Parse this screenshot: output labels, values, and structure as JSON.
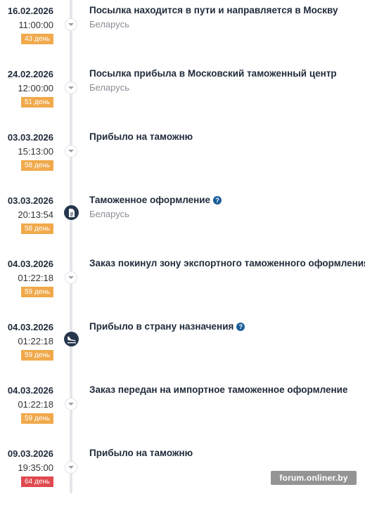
{
  "events": [
    {
      "date": "16.02.2026",
      "time": "11:00:00",
      "badge": "43 день",
      "title": "Посылка находится в пути и направляется в Москву",
      "location": "Беларусь"
    },
    {
      "date": "24.02.2026",
      "time": "12:00:00",
      "badge": "51 день",
      "title": "Посылка прибыла в Московский таможенный центр",
      "location": "Беларусь"
    },
    {
      "date": "03.03.2026",
      "time": "15:13:00",
      "badge": "58 день",
      "title": "Прибыло на таможню",
      "location": ""
    },
    {
      "date": "03.03.2026",
      "time": "20:13:54",
      "badge": "58 день",
      "title": "Таможенное оформление",
      "location": "Беларусь"
    },
    {
      "date": "04.03.2026",
      "time": "01:22:18",
      "badge": "59 день",
      "title": "Заказ покинул зону экспортного таможенного оформления",
      "location": ""
    },
    {
      "date": "04.03.2026",
      "time": "01:22:18",
      "badge": "59 день",
      "title": "Прибыло в страну назначения",
      "location": ""
    },
    {
      "date": "04.03.2026",
      "time": "01:22:18",
      "badge": "59 день",
      "title": "Заказ передан на импортное таможенное оформление",
      "location": ""
    },
    {
      "date": "09.03.2026",
      "time": "19:35:00",
      "badge": "64 день",
      "title": "Прибыло на таможню",
      "location": ""
    }
  ],
  "icons": {
    "chevron": "chevron-down-icon",
    "document": "document-icon",
    "plane": "plane-landing-icon",
    "help": "help-icon"
  },
  "help_glyph": "?",
  "colors": {
    "badge_orange": "#f0a94b",
    "badge_red": "#e0494f",
    "marker_dark": "#26364c",
    "help_blue": "#1a5d99"
  },
  "watermark": "forum.onliner.by"
}
